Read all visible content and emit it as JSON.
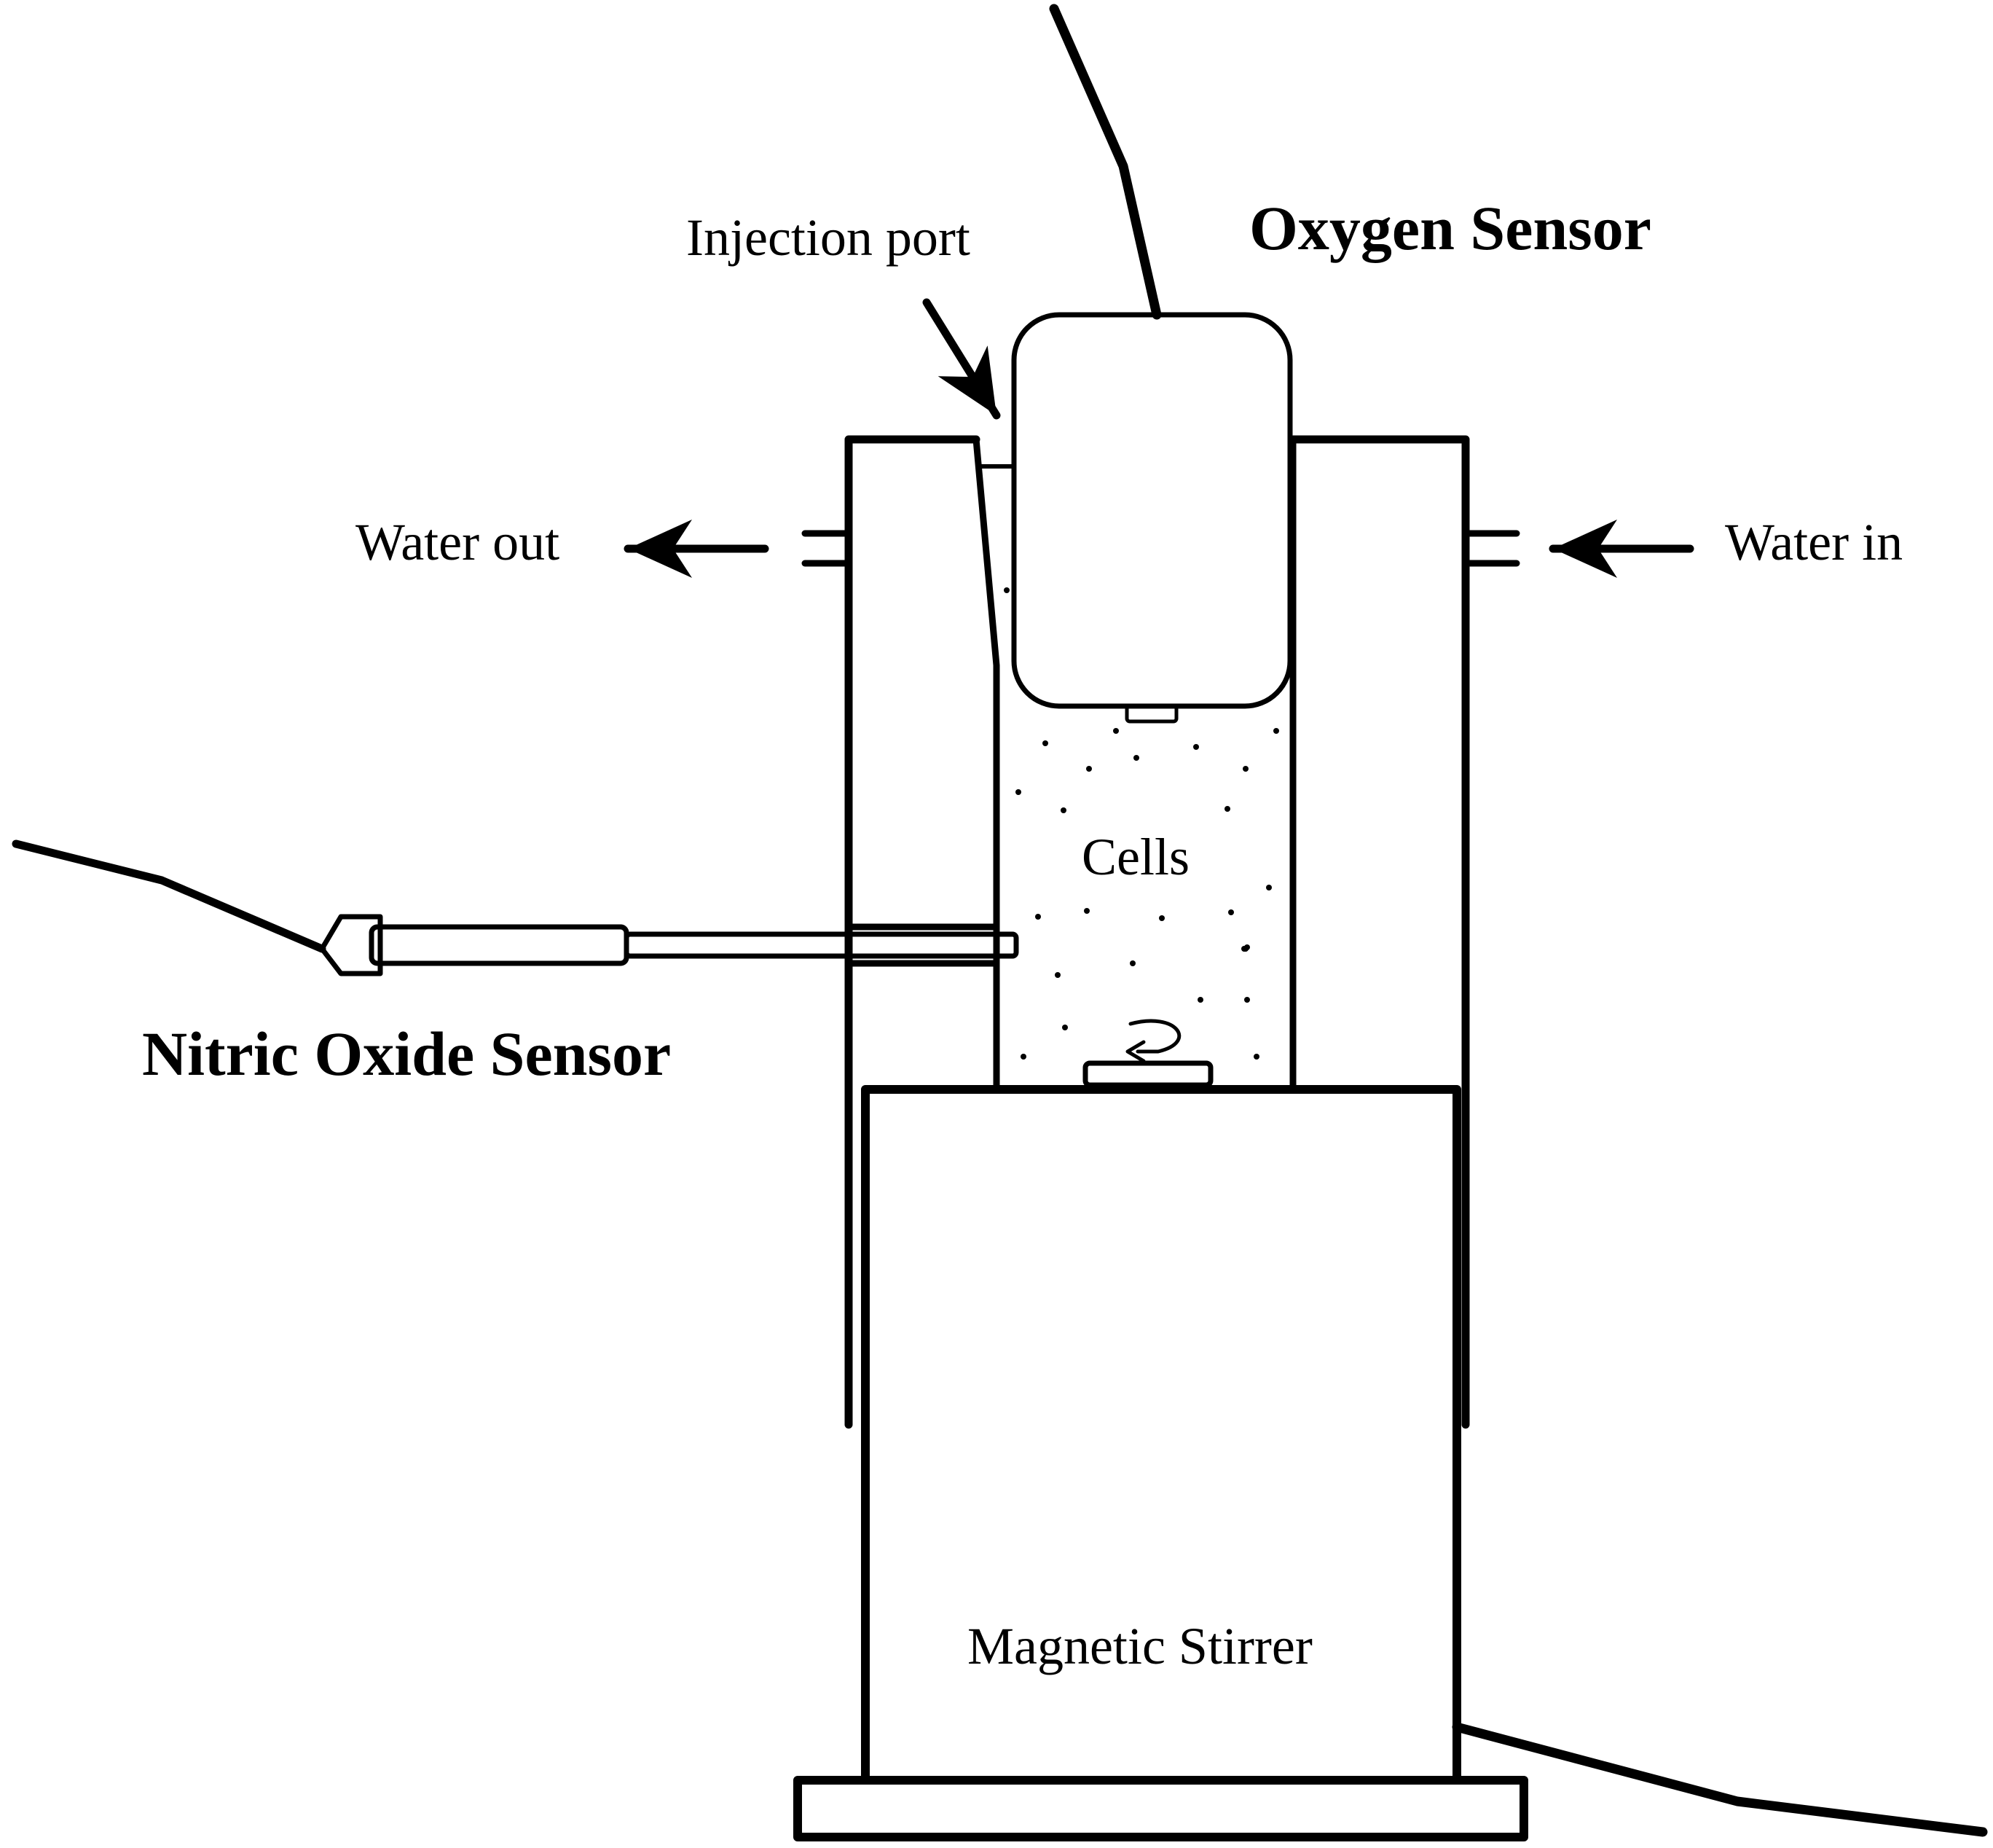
{
  "labels": {
    "oxygen_sensor": "Oxygen Sensor",
    "injection_port": "Injection port",
    "water_out": "Water out",
    "water_in": "Water in",
    "cells": "Cells",
    "nitric_oxide_sensor": "Nitric Oxide Sensor",
    "magnetic_stirrer": "Magnetic Stirrer"
  },
  "colors": {
    "stroke": "#000000",
    "background": "#ffffff"
  }
}
